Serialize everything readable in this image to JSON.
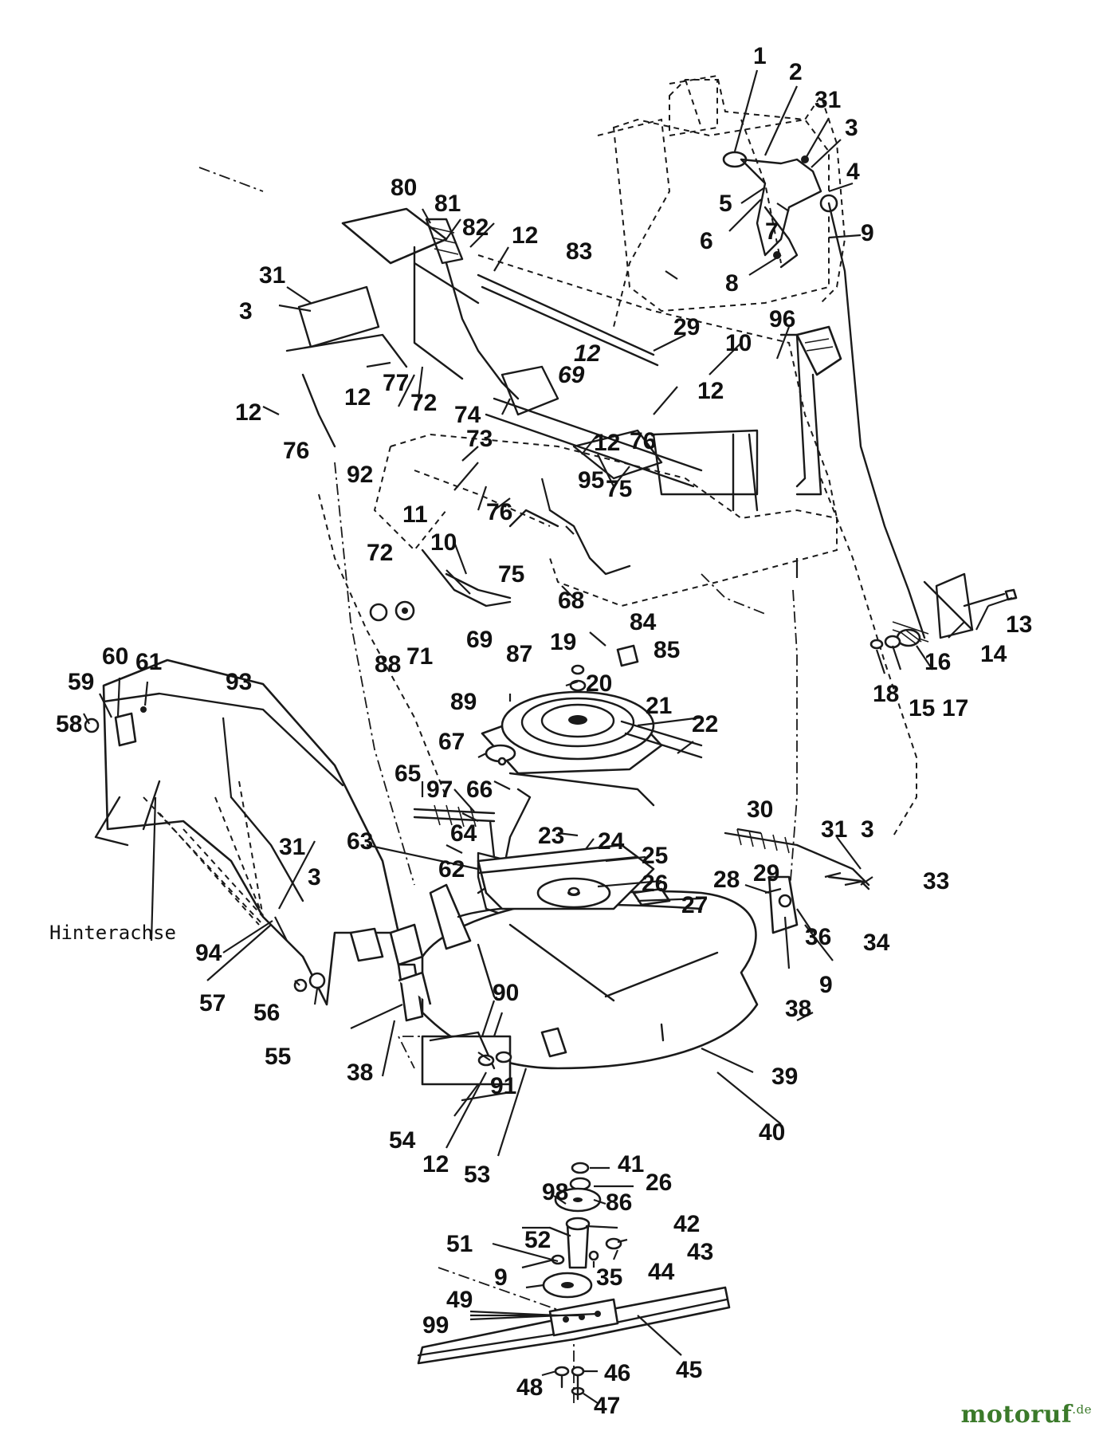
{
  "labels": [
    {
      "id": "1",
      "text": "1"
    },
    {
      "id": "2",
      "text": "2"
    },
    {
      "id": "3",
      "text": "3"
    },
    {
      "id": "4",
      "text": "4"
    },
    {
      "id": "5",
      "text": "5"
    },
    {
      "id": "6",
      "text": "6"
    },
    {
      "id": "7",
      "text": "7"
    },
    {
      "id": "8",
      "text": "8"
    },
    {
      "id": "9",
      "text": "9"
    },
    {
      "id": "10",
      "text": "10"
    },
    {
      "id": "11",
      "text": "11"
    },
    {
      "id": "12",
      "text": "12"
    },
    {
      "id": "13",
      "text": "13"
    },
    {
      "id": "14",
      "text": "14"
    },
    {
      "id": "15",
      "text": "15"
    },
    {
      "id": "16",
      "text": "16"
    },
    {
      "id": "17",
      "text": "17"
    },
    {
      "id": "18",
      "text": "18"
    },
    {
      "id": "19",
      "text": "19"
    },
    {
      "id": "20",
      "text": "20"
    },
    {
      "id": "21",
      "text": "21"
    },
    {
      "id": "22",
      "text": "22"
    },
    {
      "id": "23",
      "text": "23"
    },
    {
      "id": "24",
      "text": "24"
    },
    {
      "id": "25",
      "text": "25"
    },
    {
      "id": "26",
      "text": "26"
    },
    {
      "id": "27",
      "text": "27"
    },
    {
      "id": "28",
      "text": "28"
    },
    {
      "id": "29",
      "text": "29"
    },
    {
      "id": "30",
      "text": "30"
    },
    {
      "id": "31",
      "text": "31"
    },
    {
      "id": "33",
      "text": "33"
    },
    {
      "id": "34",
      "text": "34"
    },
    {
      "id": "35",
      "text": "35"
    },
    {
      "id": "36",
      "text": "36"
    },
    {
      "id": "38",
      "text": "38"
    },
    {
      "id": "39",
      "text": "39"
    },
    {
      "id": "40",
      "text": "40"
    },
    {
      "id": "41",
      "text": "41"
    },
    {
      "id": "42",
      "text": "42"
    },
    {
      "id": "43",
      "text": "43"
    },
    {
      "id": "44",
      "text": "44"
    },
    {
      "id": "45",
      "text": "45"
    },
    {
      "id": "46",
      "text": "46"
    },
    {
      "id": "47",
      "text": "47"
    },
    {
      "id": "48",
      "text": "48"
    },
    {
      "id": "49",
      "text": "49"
    },
    {
      "id": "51",
      "text": "51"
    },
    {
      "id": "52",
      "text": "52"
    },
    {
      "id": "53",
      "text": "53"
    },
    {
      "id": "54",
      "text": "54"
    },
    {
      "id": "55",
      "text": "55"
    },
    {
      "id": "56",
      "text": "56"
    },
    {
      "id": "57",
      "text": "57"
    },
    {
      "id": "58",
      "text": "58"
    },
    {
      "id": "59",
      "text": "59"
    },
    {
      "id": "60",
      "text": "60"
    },
    {
      "id": "61",
      "text": "61"
    },
    {
      "id": "62",
      "text": "62"
    },
    {
      "id": "63",
      "text": "63"
    },
    {
      "id": "64",
      "text": "64"
    },
    {
      "id": "65",
      "text": "65"
    },
    {
      "id": "66",
      "text": "66"
    },
    {
      "id": "67",
      "text": "67"
    },
    {
      "id": "68",
      "text": "68"
    },
    {
      "id": "69",
      "text": "69"
    },
    {
      "id": "71",
      "text": "71"
    },
    {
      "id": "72",
      "text": "72"
    },
    {
      "id": "73",
      "text": "73"
    },
    {
      "id": "74",
      "text": "74"
    },
    {
      "id": "75",
      "text": "75"
    },
    {
      "id": "76",
      "text": "76"
    },
    {
      "id": "77",
      "text": "77"
    },
    {
      "id": "80",
      "text": "80"
    },
    {
      "id": "81",
      "text": "81"
    },
    {
      "id": "82",
      "text": "82"
    },
    {
      "id": "83",
      "text": "83"
    },
    {
      "id": "84",
      "text": "84"
    },
    {
      "id": "85",
      "text": "85"
    },
    {
      "id": "86",
      "text": "86"
    },
    {
      "id": "87",
      "text": "87"
    },
    {
      "id": "88",
      "text": "88"
    },
    {
      "id": "89",
      "text": "89"
    },
    {
      "id": "90",
      "text": "90"
    },
    {
      "id": "91",
      "text": "91"
    },
    {
      "id": "92",
      "text": "92"
    },
    {
      "id": "93",
      "text": "93"
    },
    {
      "id": "94",
      "text": "94"
    },
    {
      "id": "95",
      "text": "95"
    },
    {
      "id": "96",
      "text": "96"
    },
    {
      "id": "97",
      "text": "97"
    },
    {
      "id": "98",
      "text": "98"
    },
    {
      "id": "99",
      "text": "99"
    }
  ],
  "axle_label": "Hinterachse",
  "watermark": {
    "name": "motoruf",
    "tld": ".de"
  }
}
